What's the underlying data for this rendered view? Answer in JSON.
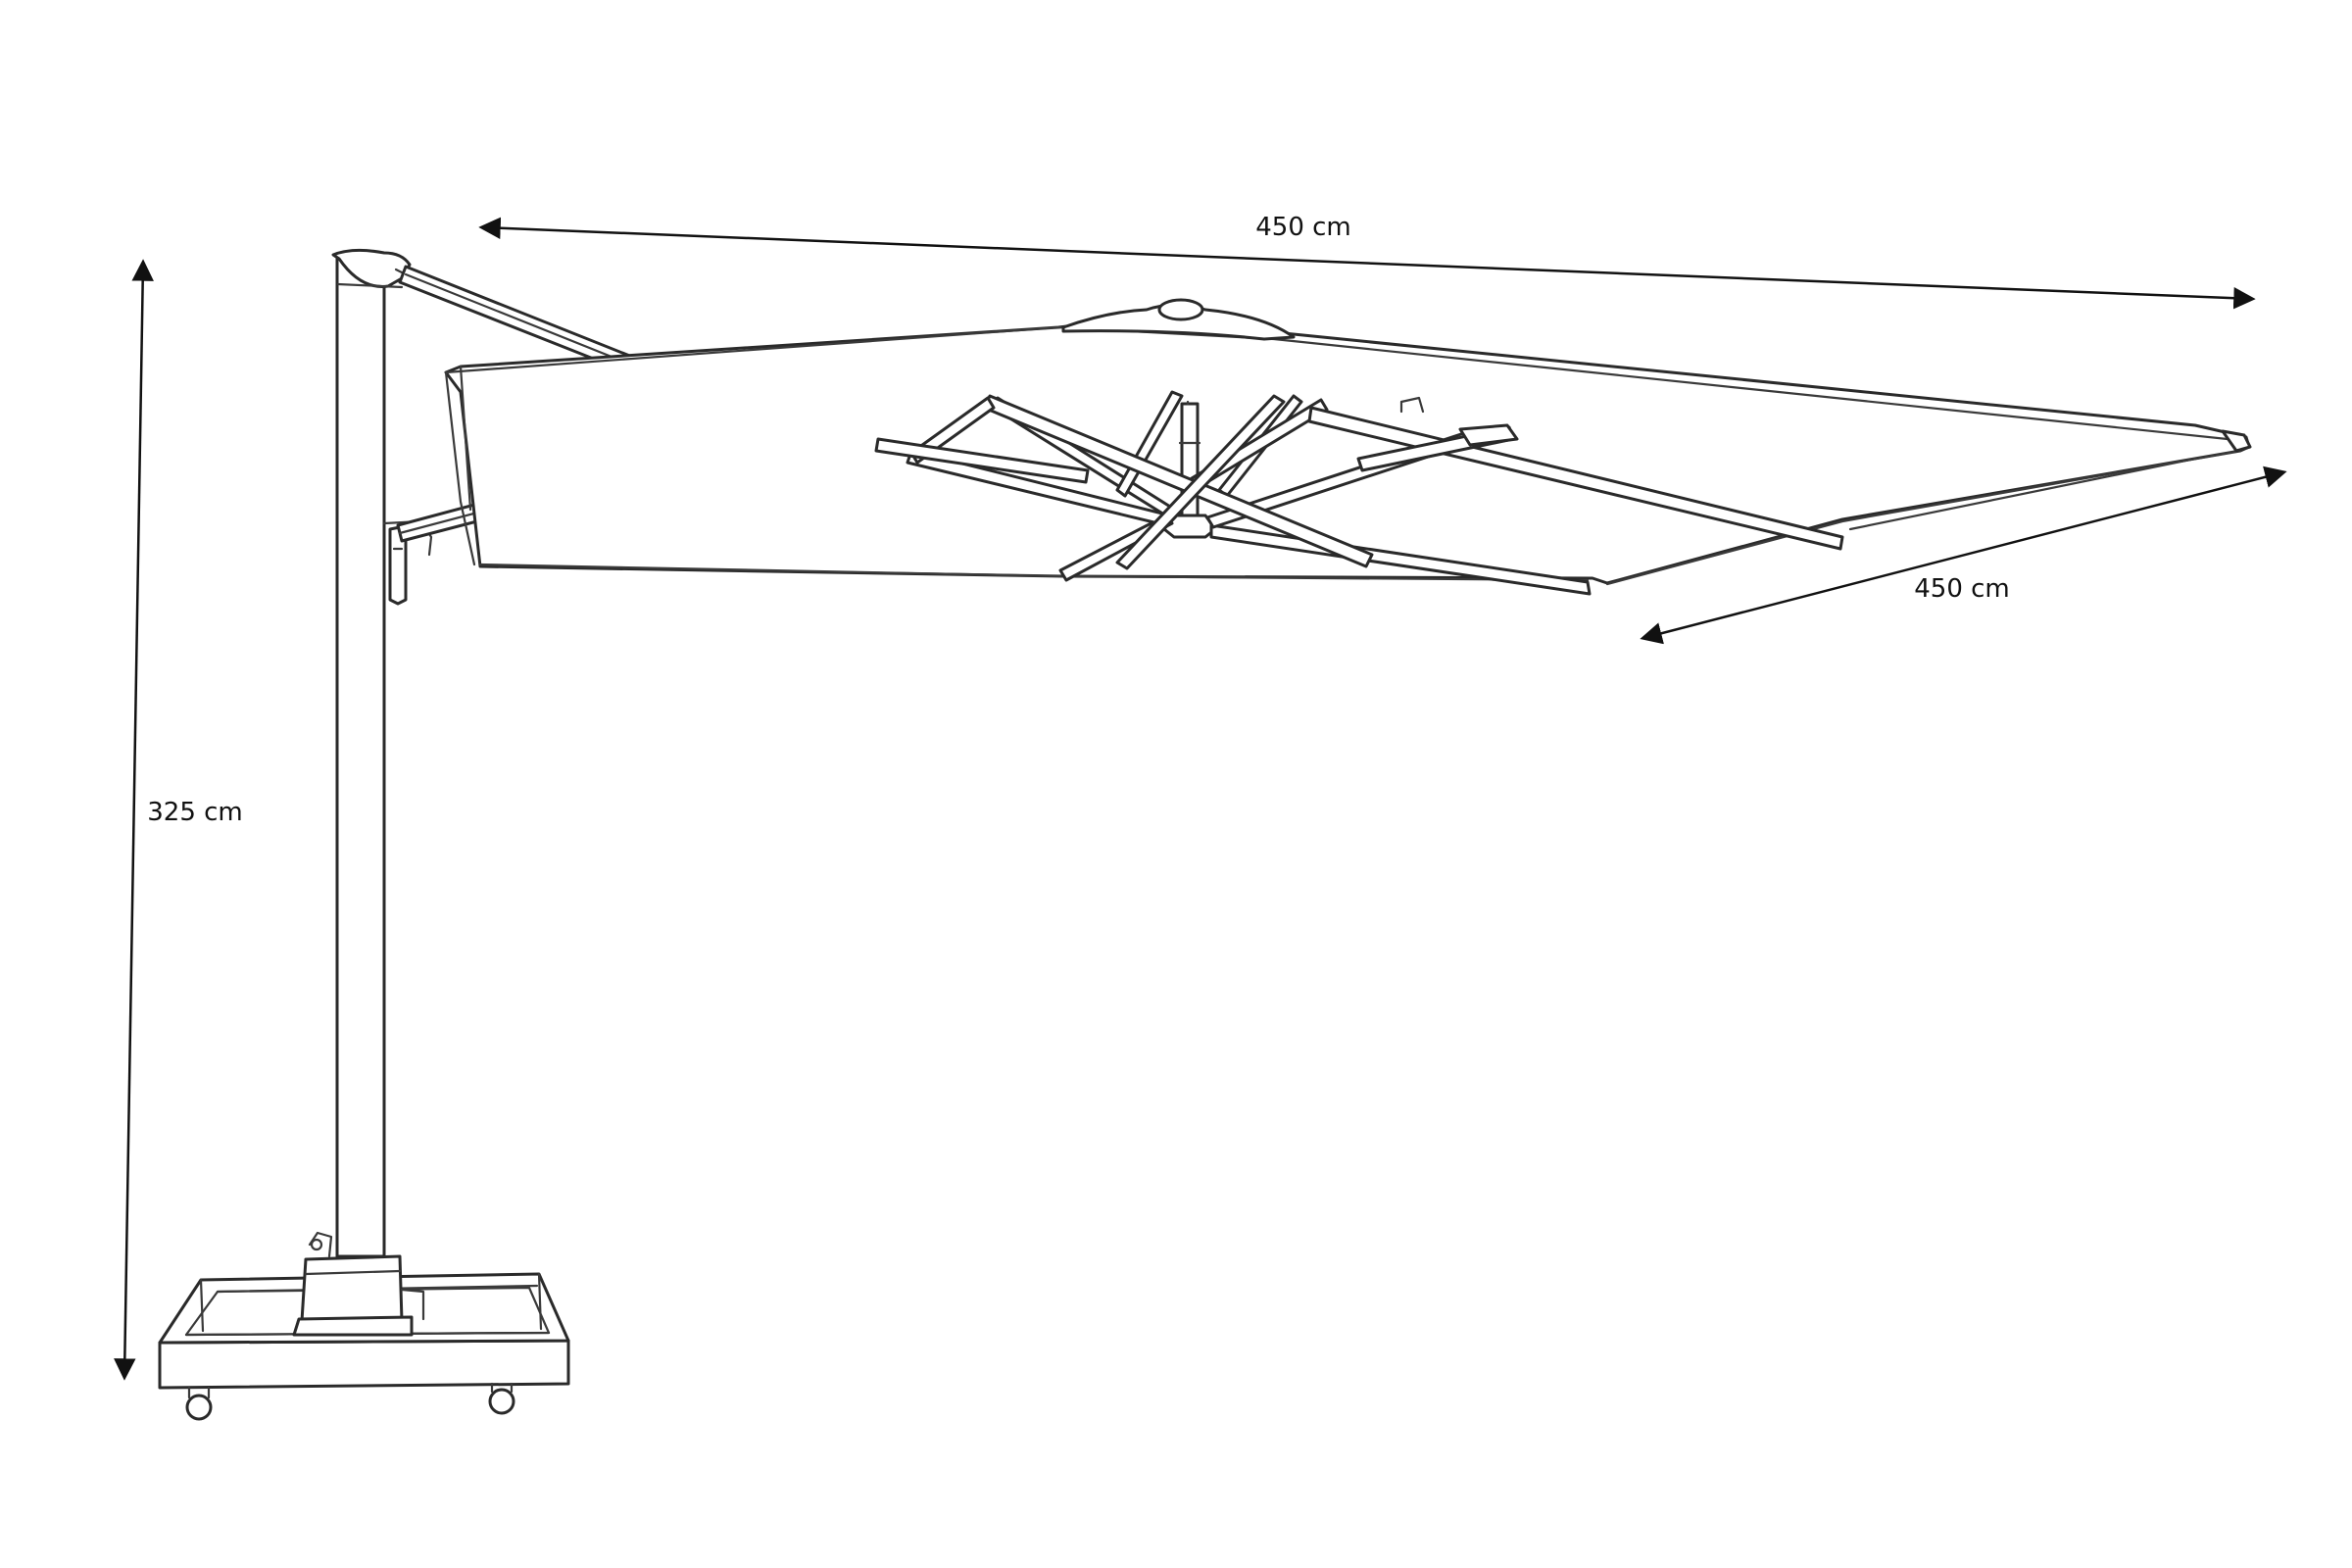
{
  "dimensions": {
    "canopy_width": "450 cm",
    "canopy_depth": "450 cm",
    "total_height": "325 cm"
  }
}
